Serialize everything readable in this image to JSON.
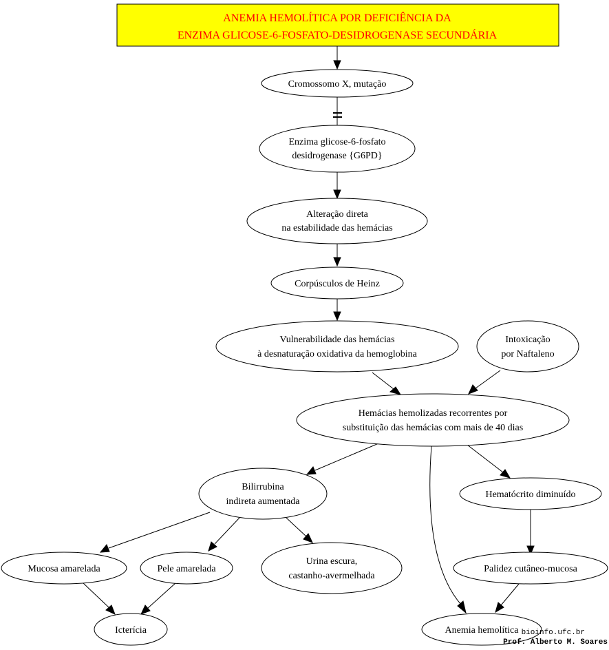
{
  "title": {
    "line1": "ANEMIA HEMOLÍTICA POR DEFICIÊNCIA DA",
    "line2": "ENZIMA GLICOSE-6-FOSFATO-DESIDROGENASE SECUNDÁRIA"
  },
  "nodes": {
    "cromossomo": [
      "Cromossomo X, mutação"
    ],
    "enzima": [
      "Enzima glicose-6-fosfato",
      "desidrogenase {G6PD}"
    ],
    "alteracao": [
      "Alteração direta",
      "na estabilidade das hemácias"
    ],
    "heinz": [
      "Corpúsculos de Heinz"
    ],
    "vulnerabilidade": [
      "Vulnerabilidade das hemácias",
      "à desnaturação oxidativa da hemoglobina"
    ],
    "intoxicacao": [
      "Intoxicação",
      "por Naftaleno"
    ],
    "hemolizadas": [
      "Hemácias hemolizadas recorrentes por",
      "substituição das hemácias com mais de 40 dias"
    ],
    "bilirrubina": [
      "Bilirrubina",
      "indireta aumentada"
    ],
    "hematocrito": [
      "Hematócrito diminuído"
    ],
    "mucosa": [
      "Mucosa amarelada"
    ],
    "pele": [
      "Pele amarelada"
    ],
    "urina": [
      "Urina escura,",
      "castanho-avermelhada"
    ],
    "palidez": [
      "Palidez cutâneo-mucosa"
    ],
    "ictericia": [
      "Icterícia"
    ],
    "anemia": [
      "Anemia hemolítica"
    ]
  },
  "credit": {
    "site": "bioinfo.ufc.br",
    "author": "Prof. Alberto M. Soares"
  }
}
